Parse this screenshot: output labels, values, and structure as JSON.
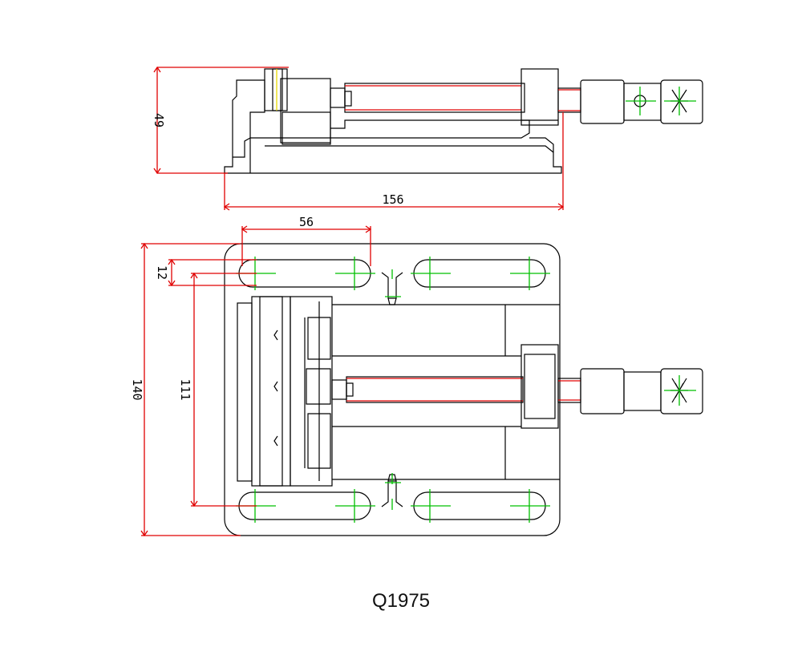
{
  "model": "Q1975",
  "dimensions": {
    "height": "49",
    "length": "156",
    "slot_spacing": "56",
    "slot_width": "12",
    "slot_center_distance": "111",
    "base_width": "140"
  },
  "colors": {
    "dimension_lines": "#e00000",
    "center_marks": "#00c000",
    "outline": "#000000",
    "highlight": "#e8d800"
  }
}
